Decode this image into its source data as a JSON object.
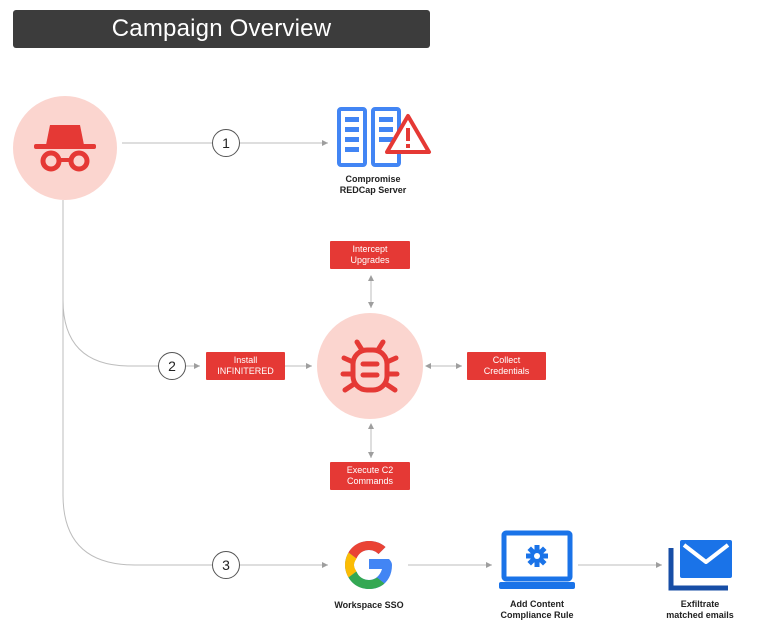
{
  "title": "Campaign Overview",
  "steps": [
    "1",
    "2",
    "3"
  ],
  "nodes": {
    "redcap_caption": "Compromise\nREDCap Server",
    "intercept_upgrades": "Intercept\nUpgrades",
    "install_infinitered": "Install\nINFINITERED",
    "collect_credentials": "Collect\nCredentials",
    "execute_c2": "Execute C2\nCommands",
    "workspace_sso": "Workspace SSO",
    "compliance_rule": "Add Content\nCompliance Rule",
    "exfiltrate": "Exfiltrate\nmatched emails"
  },
  "icons": {
    "actor": "spy-icon",
    "server": "server-alert-icon",
    "malware": "bug-icon",
    "sso": "google-g-icon",
    "laptop": "laptop-gear-icon",
    "mail": "mail-icon"
  },
  "colors": {
    "accent_red": "#e53935",
    "circle_fill": "#fbd5cf",
    "server_blue": "#4285f4",
    "laptop_blue": "#1a73e8",
    "title_bg": "#3c3c3c"
  }
}
